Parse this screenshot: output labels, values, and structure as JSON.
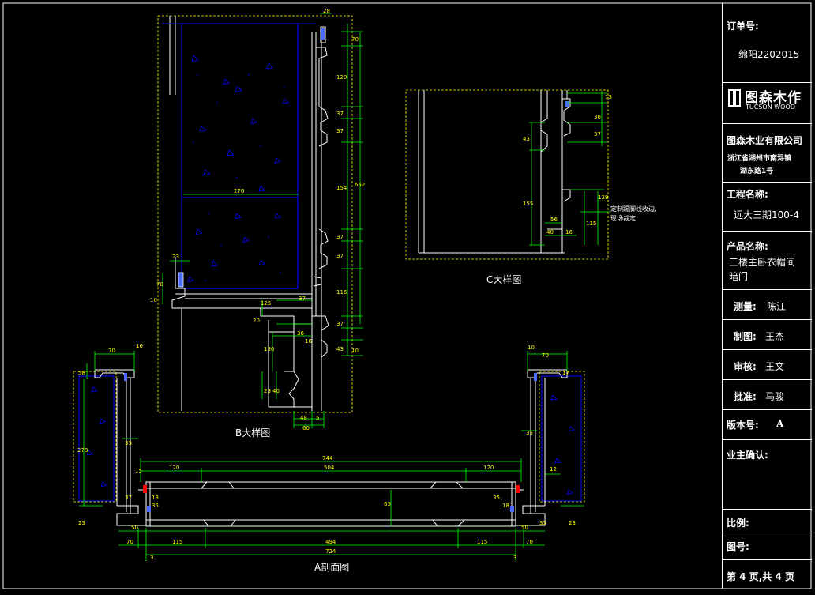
{
  "labels": {
    "view_b": "B大样图",
    "view_c": "C大样图",
    "view_a": "A剖面图",
    "note_line1": "定制踢脚线收边,",
    "note_line2": "现场裁定"
  },
  "dimensions": {
    "b_top": "28",
    "b_r1": "70",
    "b_r2": "120",
    "b_r3": "37",
    "b_r4": "37",
    "b_r5": "154",
    "b_r6": "37",
    "b_r7": "37",
    "b_r8": "116",
    "b_total": "652",
    "b_r9": "37",
    "b_r10": "43",
    "b_r11": "10",
    "b_width": "276",
    "b_left_top": "23",
    "b_left_a": "70",
    "b_left_b": "10",
    "b_m1": "37",
    "b_m2": "125",
    "b_m3": "20",
    "b_m4": "36",
    "b_m5": "18",
    "b_m6": "130",
    "b_m7": "23",
    "b_m8": "40",
    "b_bot1": "48",
    "b_bot2": "5",
    "b_bot3": "60",
    "c_r1": "13",
    "c_r2": "36",
    "c_r3": "37",
    "c_l1": "43",
    "c_l2": "155",
    "c_r4": "128",
    "c_r5": "115",
    "c_b1": "56",
    "c_b2": "40",
    "c_b3": "16",
    "a_l_top1": "70",
    "a_l_top2": "16",
    "a_l_side1": "58",
    "a_l_side2": "278",
    "a_l_side3": "35",
    "a_l_b1": "23",
    "a_total_top": "744",
    "a_in_top": "504",
    "a_left_span": "120",
    "a_right_span": "120",
    "a_l_small1": "15",
    "a_l_small2": "37",
    "a_l_small3": "18",
    "a_l_small4": "35",
    "a_mid": "65",
    "a_r_small1": "35",
    "a_r_small2": "18",
    "a_bot_l1": "50",
    "a_bot_l2": "70",
    "a_bot_115a": "115",
    "a_bot_494": "494",
    "a_bot_115b": "115",
    "a_bot_r1": "50",
    "a_bot_r2": "70",
    "a_bot_total": "724",
    "a_bot_3a": "3",
    "a_bot_3b": "3",
    "a_r_top1": "10",
    "a_r_top2": "70",
    "a_r_side1": "17",
    "a_r_side2": "35",
    "a_r_side3": "12",
    "a_r_b1": "23",
    "a_l_b2": "35"
  },
  "title_block": {
    "order_label": "订单号:",
    "order_value": "绵阳2202015",
    "logo_cn": "图森木作",
    "logo_en": "TUCSON WOOD",
    "company_name": "图森木业有限公司",
    "company_addr1": "浙江省湖州市南浔镇",
    "company_addr2": "湖东路1号",
    "project_label": "工程名称:",
    "project_value": "远大三期100-4",
    "product_label": "产品名称:",
    "product_value1": "三楼主卧衣帽间",
    "product_value2": "暗门",
    "measure_label": "测量:",
    "measure_value": "陈江",
    "draw_label": "制图:",
    "draw_value": "王杰",
    "check_label": "审核:",
    "check_value": "王文",
    "approve_label": "批准:",
    "approve_value": "马骏",
    "version_label": "版本号:",
    "version_value": "A",
    "owner_label": "业主确认:",
    "scale_label": "比例:",
    "drawing_no_label": "图号:",
    "page_label": "第 4 页,共 4 页"
  },
  "colors": {
    "background": "#000000",
    "linework": "#ffffff",
    "dimension": "#00ff00",
    "dim_text": "#ffff00",
    "panel": "#0000ff",
    "frame": "#ffff00",
    "accent": "#ff0000"
  }
}
